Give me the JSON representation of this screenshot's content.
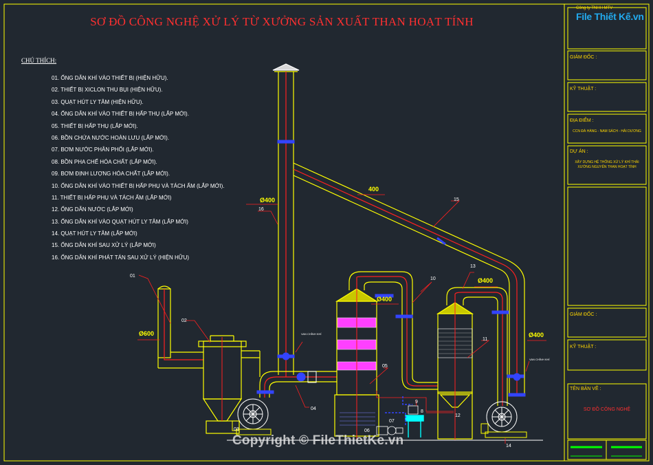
{
  "title": "SƠ ĐỒ CÔNG NGHỆ XỬ LÝ TỪ XƯỞNG SẢN XUẤT THAN HOẠT TÍNH",
  "legend": {
    "heading": "CHÚ THÍCH:",
    "items": [
      "01. ỐNG DẪN KHÍ VÀO THIẾT BỊ (HIỆN HỮU).",
      "02. THIẾT BỊ XICLON THU BỤI  (HIỆN HỮU).",
      "03. QUẠT HÚT LY TÂM (HIỆN HỮU).",
      "04. ỐNG DẪN KHÍ VÀO THIẾT BỊ HẤP THỤ (LẮP MỚI).",
      "05. THIẾT BỊ HẤP THỤ (LẮP MỚI).",
      "06. BỒN CHỨA NƯỚC HOÀN LƯU (LẮP MỚI).",
      "07. BƠM NƯỚC PHÂN PHỐI (LẮP MỚI).",
      "08. BỒN PHA CHẾ HÓA CHẤT (LẮP MỚI).",
      "09. BƠM ĐỊNH LƯỢNG HÓA CHẤT (LẮP MỚI).",
      "10. ỐNG DẪN KHÍ VÀO THIẾT BỊ HẤP PHỤ VÀ TÁCH ẨM (LẮP MỚI).",
      "11. THIẾT BỊ HẤP PHỤ VÀ TÁCH ẨM (LẮP MỚI)",
      "12. ỐNG DẪN NƯỚC (LẮP MỚI)",
      "13. ỐNG DẪN KHÍ VÀO QUẠT HÚT LY TÂM (LẮP MỚI)",
      "14. QUẠT HÚT LY TÂM (LẮP MỚI)",
      "15. ỐNG DẪN KHÍ SAU XỬ LÝ (LẮP MỚI)",
      "16. ỐNG DẪN KHÍ PHÁT TÁN SAU XỬ LÝ (HIỆN HỮU)"
    ]
  },
  "title_block": {
    "logo": "File Thiết Kế.vn",
    "logo_sub": "Công ty TNHH MTV",
    "director1": "GIÁM ĐỐC :",
    "tech1": "KỸ THUẬT :",
    "location_label": "ĐỊA ĐIỂM :",
    "location_value": "CCN ĐÀ HÀNG - NAM SÁCH - HẢI DƯƠNG",
    "project_label": "DỰ ÁN :",
    "project_value_1": "XÂY DỰNG HỆ THỐNG XỬ LÝ KHÍ THẢI",
    "project_value_2": "XƯỞNG NGUYÊN THAN HOẠT TÍNH",
    "director2": "GIÁM ĐỐC :",
    "tech2": "KỸ THUẬT :",
    "drawing_name_label": "TÊN BẢN VẼ :",
    "drawing_name_value": "SƠ ĐỒ CÔNG NGHỆ"
  },
  "labels": {
    "d400_a": "Ø400",
    "d400_b": "400",
    "d400_c": "Ø400",
    "d400_d": "Ø400",
    "d400_e": "Ø400",
    "d600": "Ø600",
    "n01": "01",
    "n02": "02",
    "n03": "03",
    "n04": "04",
    "n05": "05",
    "n06": "06",
    "n07": "07",
    "n08": "8",
    "n09": "9",
    "n10": "10",
    "n11": "11",
    "n12": "12",
    "n13": "13",
    "n14": "14",
    "n15": "15",
    "n16": "16",
    "valve_a": "VAN CHỈNH KHÍ",
    "valve_b": "VAN CHỈNH KHÍ"
  },
  "watermark": "Copyright © FileThietKe.vn",
  "colors": {
    "background": "#212830",
    "yellow": "#ffff00",
    "red": "#ff2020",
    "magenta": "#ff00ff",
    "cyan": "#00ffff",
    "blue": "#3344ff",
    "white": "#ffffff"
  }
}
